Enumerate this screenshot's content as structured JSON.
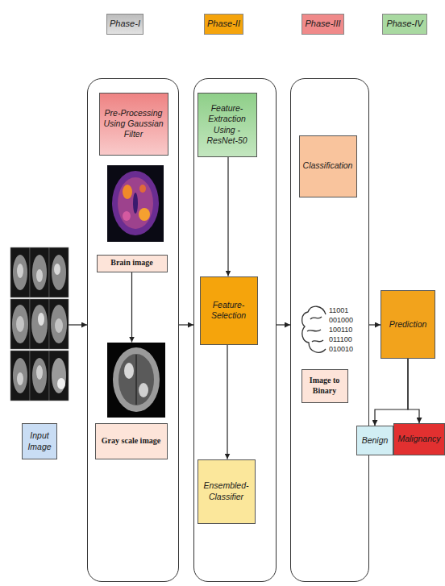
{
  "diagram": {
    "nodes": [
      {
        "text": [
          "Input Image"
        ]
      },
      {
        "text": [
          "Phase-I"
        ]
      },
      {
        "text": [
          "Pre-Processing Using Gaussian Filter"
        ],
        "in": 1
      },
      {
        "text": [
          "Brain image"
        ],
        "in": 1
      },
      {
        "text": [
          "Gray scale image"
        ],
        "in": 1
      },
      {
        "text": [
          "Phase-II"
        ]
      },
      {
        "text": [
          "Feature-Extraction Using -ResNet-50"
        ],
        "in": 5
      },
      {
        "text": [
          "Feature-Selection"
        ],
        "in": 5
      },
      {
        "text": [
          "Ensembled-Classifier"
        ],
        "in": 5
      },
      {
        "text": [
          "Phase-III"
        ]
      },
      {
        "text": [
          "Classification"
        ],
        "in": 9
      },
      {
        "text": [
          "Image to Binary"
        ],
        "in": 9
      },
      {
        "text": [
          "Phase-IV"
        ]
      },
      {
        "text": [
          "Prediction"
        ]
      },
      {
        "text": [
          "Benign"
        ]
      },
      {
        "text": [
          "Malignancy"
        ]
      }
    ],
    "edges": [
      {
        "from": 0,
        "to": 1,
        "arrow": "to"
      },
      {
        "from": 3,
        "to": 4,
        "arrow": "to"
      },
      {
        "from": 1,
        "to": 5,
        "arrow": "to"
      },
      {
        "from": 6,
        "to": 7,
        "arrow": "to"
      },
      {
        "from": 7,
        "to": 8,
        "arrow": "to"
      },
      {
        "from": 5,
        "to": 9,
        "arrow": "to"
      },
      {
        "from": 9,
        "to": 13,
        "arrow": "to"
      },
      {
        "from": 13,
        "to": 14,
        "arrow": "to"
      },
      {
        "from": 13,
        "to": 15,
        "arrow": "to"
      }
    ],
    "labels": [
      "11001",
      "001000",
      "100110",
      "011100",
      "010010"
    ]
  }
}
